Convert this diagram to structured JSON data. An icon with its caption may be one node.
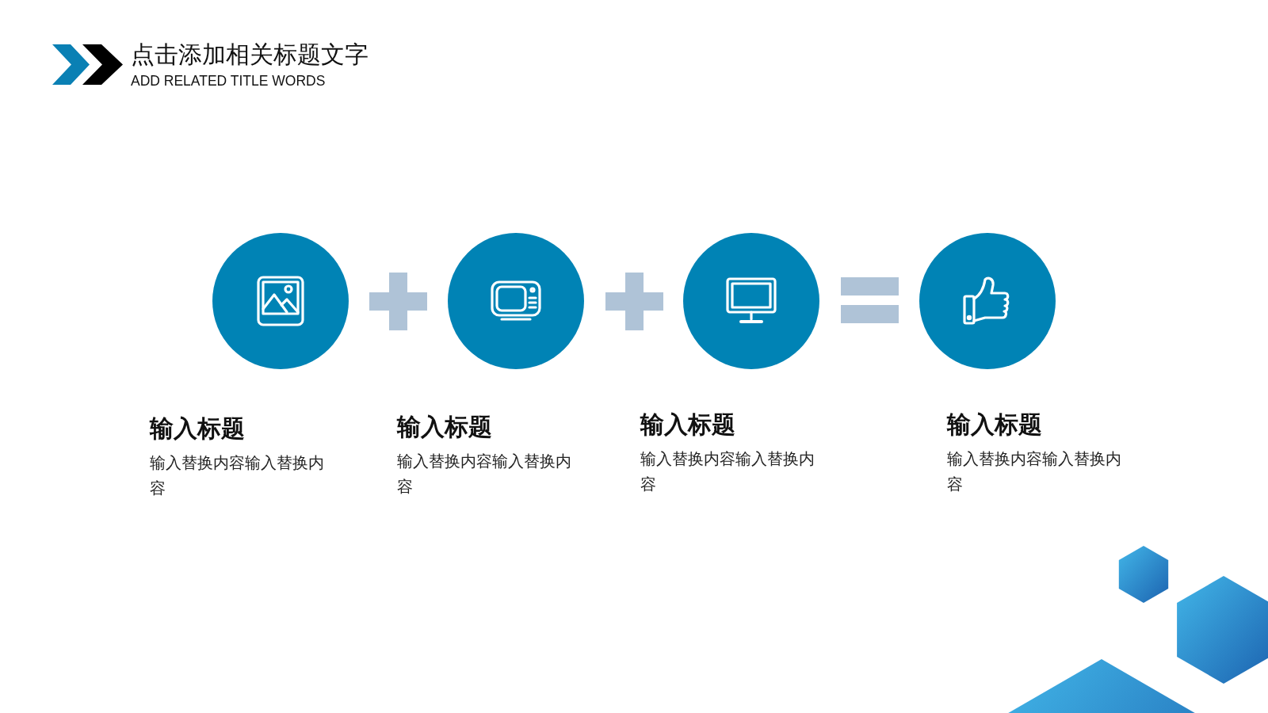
{
  "diagram": {
    "title": "点击添加相关标题文字",
    "nodes": [
      {
        "text": [
          "输入标题",
          "输入替换内容输入替换内容"
        ]
      },
      {
        "text": [
          "输入标题",
          "输入替换内容输入替换内容"
        ]
      },
      {
        "text": [
          "输入标题",
          "输入替换内容输入替换内容"
        ]
      },
      {
        "text": [
          "输入标题",
          "输入替换内容输入替换内容"
        ]
      }
    ],
    "labels": [
      "ADD RELATED TITLE WORDS"
    ]
  }
}
